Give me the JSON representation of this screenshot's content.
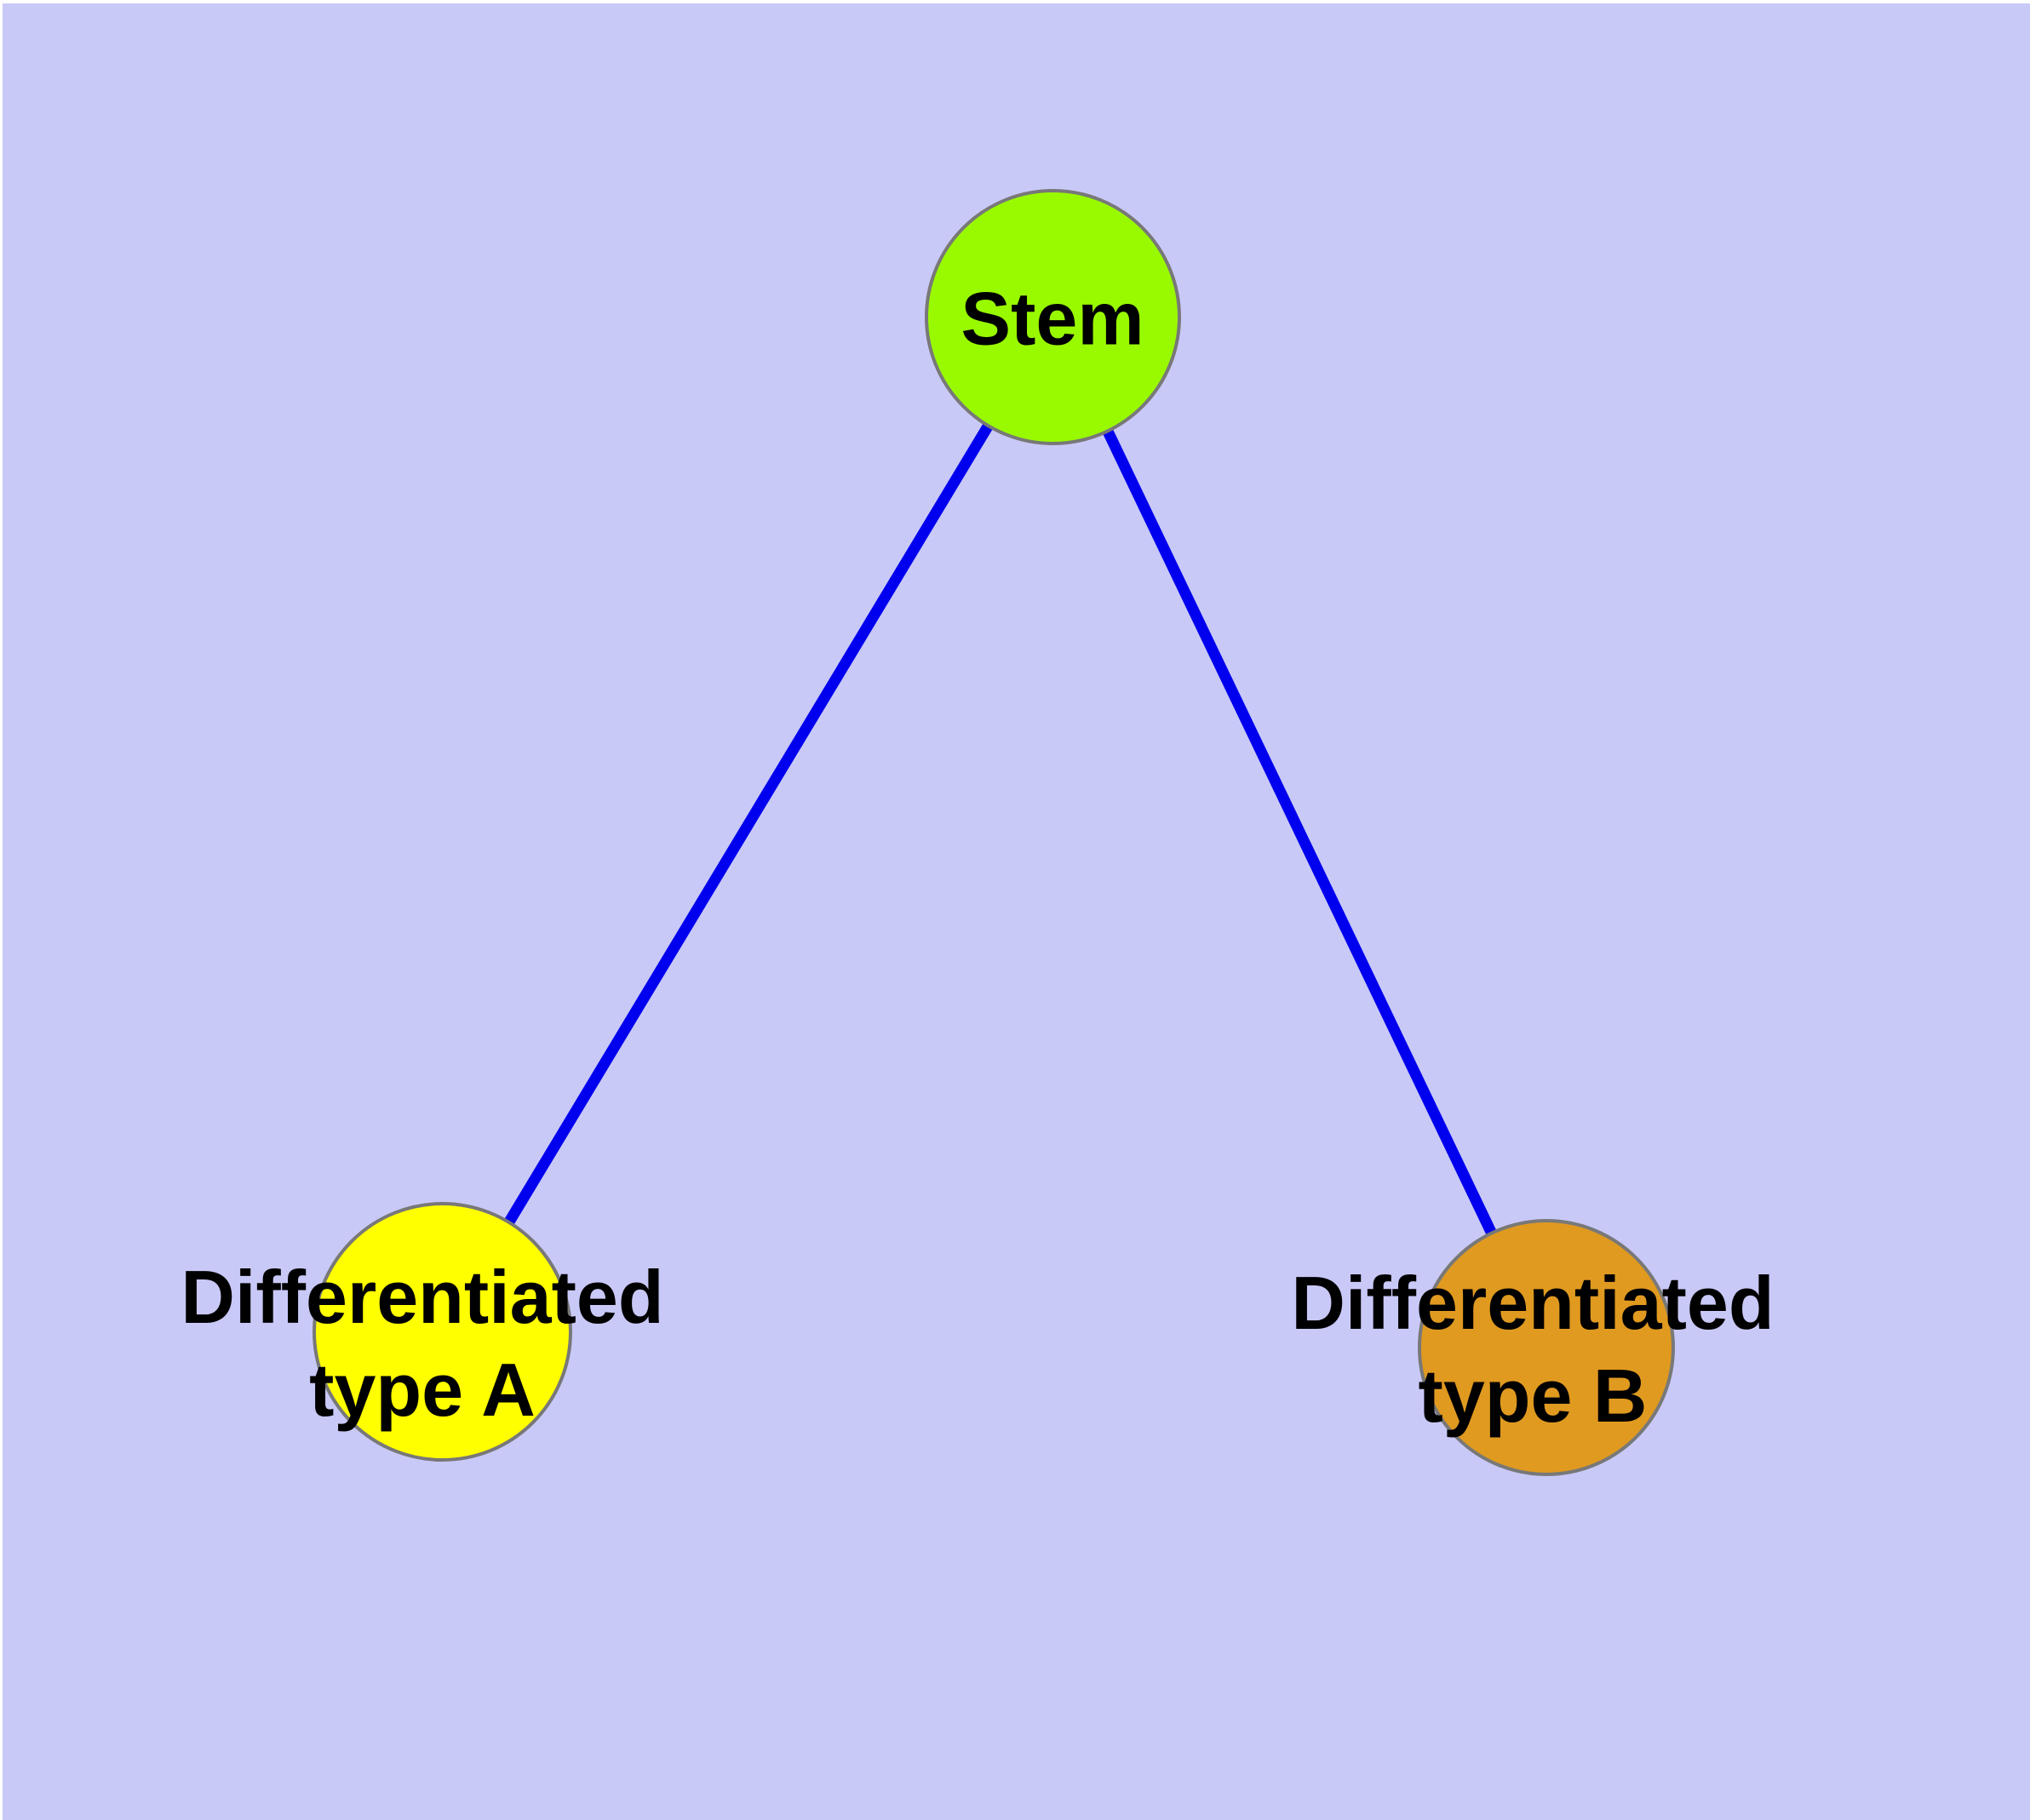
{
  "canvas": {
    "margin_color": "#FFFFFF",
    "panel_background": "#C9C9F8"
  },
  "diagram": {
    "type": "node-link-graph",
    "description": "Cell differentiation tree: one stem node linked to two differentiated cell-type nodes",
    "text_color": "#000000",
    "node_border_color": "#787878",
    "nodes": [
      {
        "id": "stem",
        "label": "Stem",
        "fill": "#99FA00"
      },
      {
        "id": "diff-a",
        "label": "Differentiated\ntype A",
        "fill": "#FFFF00"
      },
      {
        "id": "diff-b",
        "label": "Differentiated\ntype B",
        "fill": "#E09A20"
      }
    ],
    "edges": [
      {
        "from": "stem",
        "to": "diff-a",
        "color": "#0000EE"
      },
      {
        "from": "stem",
        "to": "diff-b",
        "color": "#0000EE"
      }
    ]
  }
}
